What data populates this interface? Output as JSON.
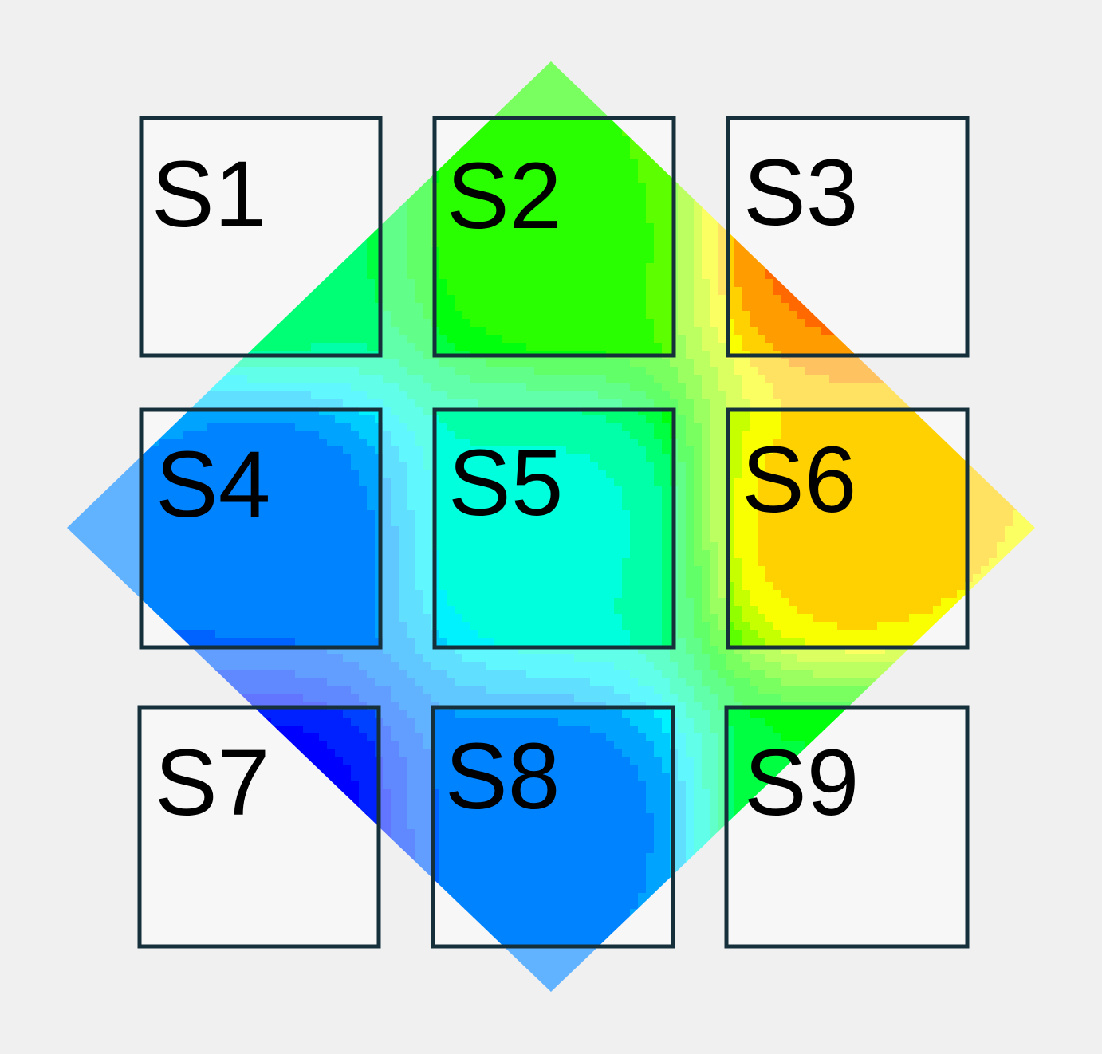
{
  "colors": {
    "background": "#f0f0f0",
    "box_fill": "#f7f7f7",
    "box_stroke": "#16303b",
    "label": "#000000",
    "colormap": [
      "#0000ff",
      "#0050ff",
      "#00a0ff",
      "#00ffff",
      "#00ff80",
      "#00ff00",
      "#80ff00",
      "#ffff00",
      "#ff8000",
      "#ff0000"
    ]
  },
  "sensors": [
    {
      "label": "S1",
      "value": 0.47
    },
    {
      "label": "S2",
      "value": 0.6
    },
    {
      "label": "S3",
      "value": 0.9
    },
    {
      "label": "S4",
      "value": 0.17
    },
    {
      "label": "S5",
      "value": 0.38
    },
    {
      "label": "S6",
      "value": 0.82
    },
    {
      "label": "S7",
      "value": 0.0
    },
    {
      "label": "S8",
      "value": 0.18
    },
    {
      "label": "S9",
      "value": 0.52
    }
  ]
}
